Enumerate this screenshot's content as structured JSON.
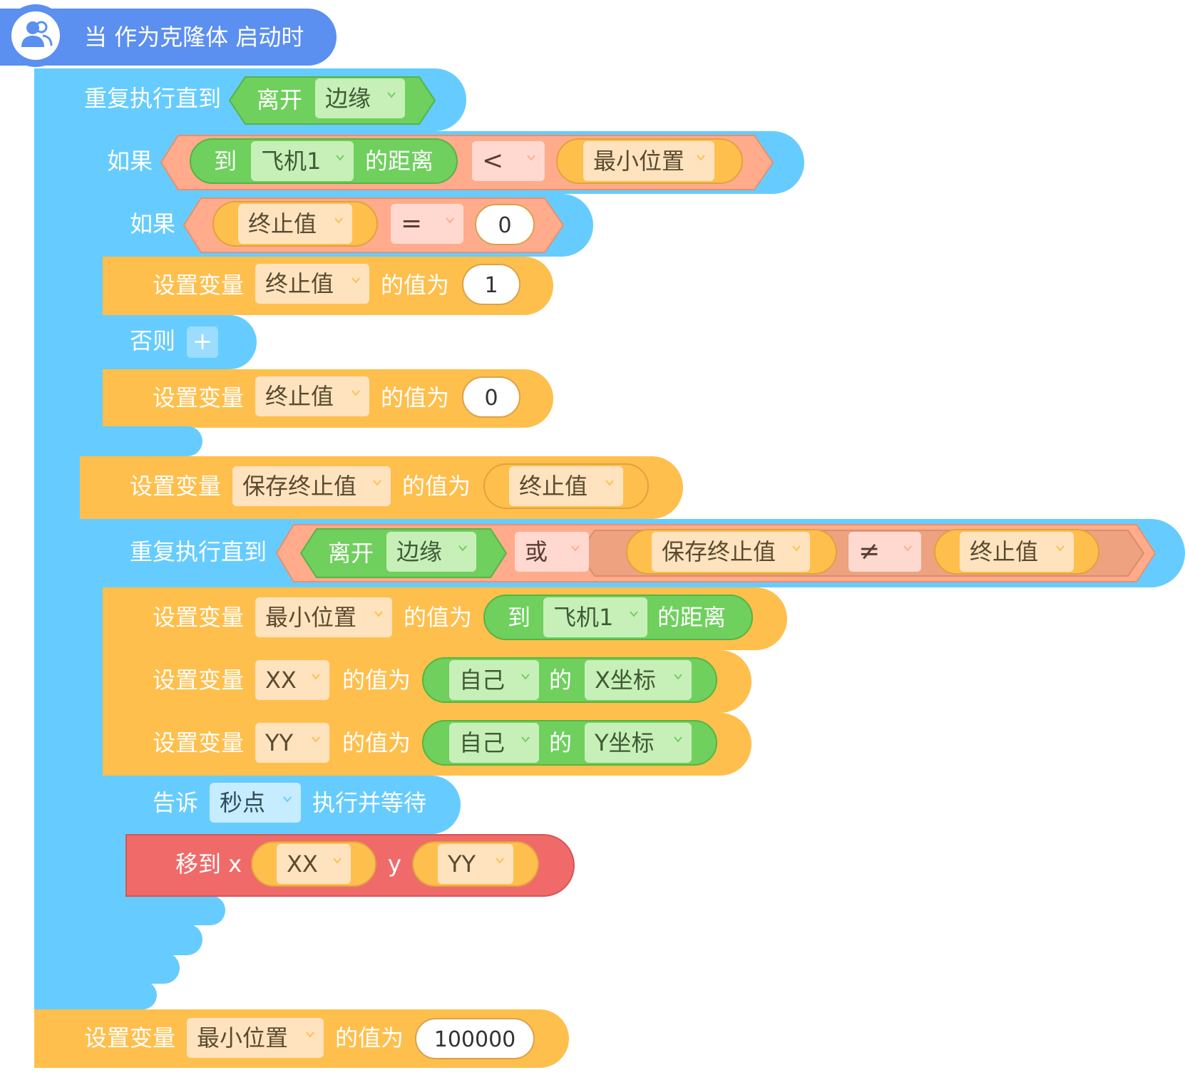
{
  "hat": {
    "label": "当 作为克隆体 启动时",
    "icon": "clone-users-icon"
  },
  "repeat1": {
    "label": "重复执行直到",
    "touch": "离开",
    "edge": "边缘"
  },
  "if1": {
    "label": "如果",
    "to": "到",
    "target": "飞机1",
    "distance": "的距离",
    "op": "<",
    "var": "最小位置"
  },
  "if2": {
    "label": "如果",
    "var": "终止值",
    "op": "=",
    "value": "0"
  },
  "set1": {
    "label": "设置变量",
    "var": "终止值",
    "to": "的值为",
    "value": "1"
  },
  "else": {
    "label": "否则",
    "plus": "+"
  },
  "set2": {
    "label": "设置变量",
    "var": "终止值",
    "to": "的值为",
    "value": "0"
  },
  "set3": {
    "label": "设置变量",
    "var": "保存终止值",
    "to": "的值为",
    "value_var": "终止值"
  },
  "repeat2": {
    "label": "重复执行直到",
    "touch": "离开",
    "edge": "边缘",
    "or": "或",
    "left": "保存终止值",
    "op": "≠",
    "right": "终止值"
  },
  "set4": {
    "label": "设置变量",
    "var": "最小位置",
    "to": "的值为",
    "reporter_to": "到",
    "target": "飞机1",
    "distance": "的距离"
  },
  "set5": {
    "label": "设置变量",
    "var": "XX",
    "to": "的值为",
    "self": "自己",
    "of": "的",
    "prop": "X坐标"
  },
  "set6": {
    "label": "设置变量",
    "var": "YY",
    "to": "的值为",
    "self": "自己",
    "of": "的",
    "prop": "Y坐标"
  },
  "tell": {
    "label": "告诉",
    "target": "秒点",
    "action": "执行并等待"
  },
  "move": {
    "label": "移到 x",
    "x": "XX",
    "y_label": "y",
    "y": "YY"
  },
  "set7": {
    "label": "设置变量",
    "var": "最小位置",
    "to": "的值为",
    "value": "100000"
  }
}
